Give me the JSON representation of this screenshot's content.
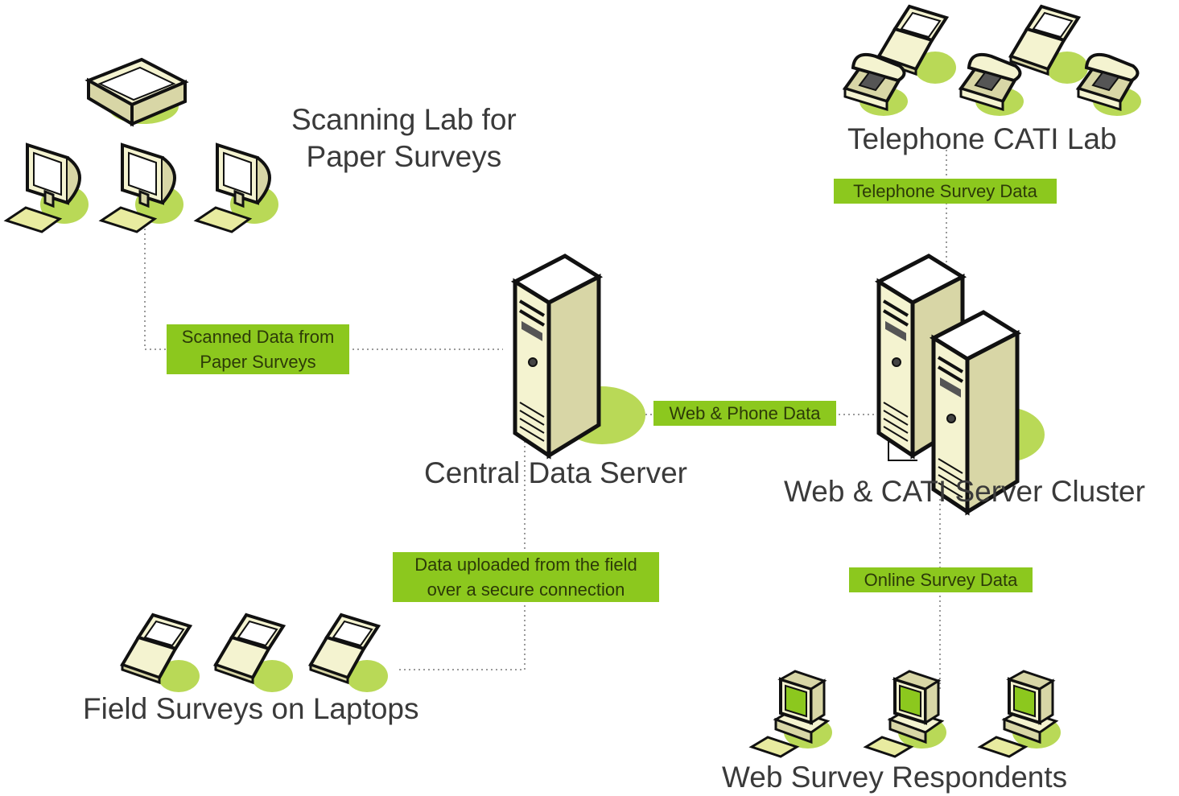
{
  "nodes": {
    "scanning_lab": {
      "lines": [
        "Scanning Lab for",
        "Paper Surveys"
      ]
    },
    "telephone_lab": {
      "title": "Telephone CATI Lab"
    },
    "central_server": {
      "title": "Central Data Server"
    },
    "server_cluster": {
      "title": "Web & CATI Server Cluster"
    },
    "field_laptops": {
      "title": "Field Surveys on Laptops"
    },
    "web_respondents": {
      "title": "Web Survey Respondents"
    }
  },
  "connections": {
    "scanned": {
      "lines": [
        "Scanned Data from",
        "Paper Surveys"
      ]
    },
    "telephone": {
      "label": "Telephone Survey Data"
    },
    "web_phone": {
      "label": "Web & Phone Data"
    },
    "field_upload": {
      "lines": [
        "Data uploaded from the field",
        "over a secure connection"
      ]
    },
    "online": {
      "label": "Online Survey Data"
    }
  },
  "colors": {
    "label_bg": "#8cc81e",
    "accent_green": "#b9d957",
    "device_cream": "#f4f3d0",
    "device_shade": "#d8d6a6",
    "outline": "#111111",
    "connector": "#9a9a9a"
  },
  "icons": {
    "scanner": "flatbed-scanner-icon",
    "monitor": "desktop-monitor-icon",
    "laptop": "laptop-icon",
    "telephone": "desk-telephone-icon",
    "server": "tower-server-icon",
    "workstation": "desktop-workstation-icon"
  }
}
